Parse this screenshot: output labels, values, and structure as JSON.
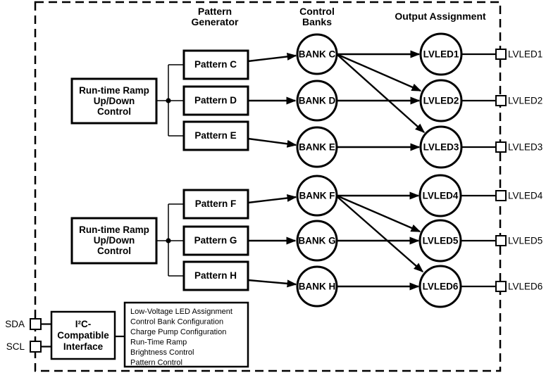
{
  "headers": {
    "pattern_generator_line1": "Pattern",
    "pattern_generator_line2": "Generator",
    "control_banks_line1": "Control",
    "control_banks_line2": "Banks",
    "output_assignment": "Output Assignment"
  },
  "ramp_control": {
    "line1": "Run-time Ramp",
    "line2": "Up/Down",
    "line3": "Control"
  },
  "pattern_generators": [
    "Pattern C",
    "Pattern D",
    "Pattern E",
    "Pattern F",
    "Pattern G",
    "Pattern H"
  ],
  "control_banks": [
    "BANK C",
    "BANK D",
    "BANK E",
    "BANK F",
    "BANK G",
    "BANK H"
  ],
  "output_nodes": [
    "LVLED1",
    "LVLED2",
    "LVLED3",
    "LVLED4",
    "LVLED5",
    "LVLED6"
  ],
  "output_pins": [
    "LVLED1",
    "LVLED2",
    "LVLED3",
    "LVLED4",
    "LVLED5",
    "LVLED6"
  ],
  "input_pins": [
    "SDA",
    "SCL"
  ],
  "i2c_interface": {
    "line1": "I²C-",
    "line2": "Compatible",
    "line3": "Interface"
  },
  "register_functions": [
    "Low-Voltage LED Assignment",
    "Control Bank Configuration",
    "Charge Pump Configuration",
    "Run-Time Ramp",
    "Brightness Control",
    "Pattern Control"
  ],
  "colors": {
    "line": "#000000",
    "background": "#ffffff"
  }
}
